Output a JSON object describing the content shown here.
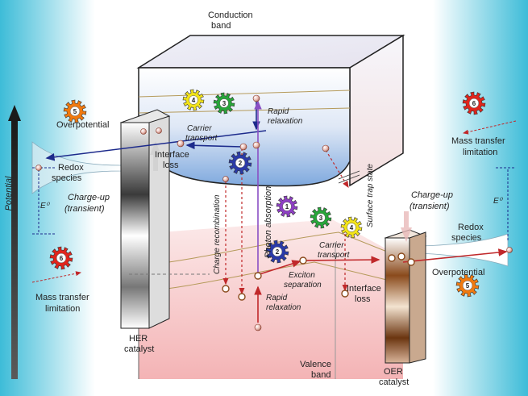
{
  "labels": {
    "conduction_band": [
      "Conduction",
      "band"
    ],
    "valence_band": [
      "Valence",
      "band"
    ],
    "potential": "Potential",
    "overpotential_left": "Overpotential",
    "overpotential_right": "Overpotential",
    "redox_left": [
      "Redox",
      "species"
    ],
    "redox_right": [
      "Redox",
      "species"
    ],
    "e0_left": "E⁰",
    "e0_right": "E⁰",
    "charge_up_left": [
      "Charge-up",
      "(transient)"
    ],
    "charge_up_right": [
      "Charge-up",
      "(transient)"
    ],
    "mass_transfer_left": [
      "Mass transfer",
      "limitation"
    ],
    "mass_transfer_right": [
      "Mass transfer",
      "limitation"
    ],
    "interface_loss_left": [
      "Interface",
      "loss"
    ],
    "interface_loss_right": [
      "Interface",
      "loss"
    ],
    "carrier_transport_top": [
      "Carrier",
      "transport"
    ],
    "carrier_transport_mid": [
      "Carrier",
      "transport"
    ],
    "rapid_relaxation_top": [
      "Rapid",
      "relaxation"
    ],
    "rapid_relaxation_bottom": [
      "Rapid",
      "relaxation"
    ],
    "exciton_separation": [
      "Exciton",
      "separation"
    ],
    "charge_recombination": "Charge recombination",
    "photon_absorption": "Photon absorption",
    "surface_trap_state": "Surface trap state",
    "her_catalyst": [
      "HER",
      "catalyst"
    ],
    "oer_catalyst": [
      "OER",
      "catalyst"
    ]
  },
  "gears": {
    "g1": "1",
    "g2_top": "2",
    "g2_bottom": "2",
    "g3_top": "3",
    "g3_mid": "3",
    "g4_top": "4",
    "g4_mid": "4",
    "g5_left": "5",
    "g5_right": "5",
    "g6_left": "6",
    "g6_right": "6"
  },
  "colors": {
    "gear_1": "#8e3fc4",
    "gear_2": "#2a3aa8",
    "gear_3": "#27a63a",
    "gear_4": "#f2e318",
    "gear_5": "#f07a10",
    "gear_6": "#e0251c",
    "electron_arrow": "#1d2b8c",
    "hole_arrow": "#c0282a",
    "background_edge": "#3dbcd8"
  }
}
